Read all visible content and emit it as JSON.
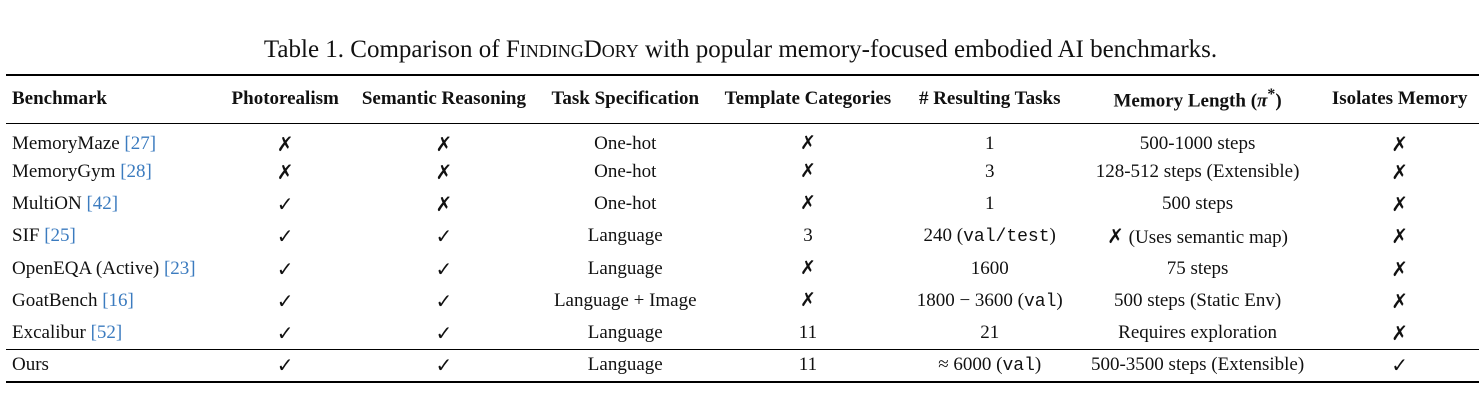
{
  "caption": {
    "prefix": "Table 1. Comparison of ",
    "name": "FindingDory",
    "suffix": " with popular memory-focused embodied AI benchmarks."
  },
  "headers": {
    "benchmark": "Benchmark",
    "photorealism": "Photorealism",
    "semantic": "Semantic Reasoning",
    "task_spec": "Task Specification",
    "template": "Template Categories",
    "tasks": "# Resulting Tasks",
    "memory_prefix": "Memory Length (",
    "memory_symbol": "π",
    "memory_sup": "*",
    "memory_suffix": ")",
    "isolates": "Isolates Memory"
  },
  "marks": {
    "check": "✓",
    "cross": "✗"
  },
  "rows": [
    {
      "name": "MemoryMaze ",
      "cite": "[27]",
      "photo": "✗",
      "semantic": "✗",
      "spec": "One-hot",
      "template": "✗",
      "tasks": "1",
      "tasks_mono": "",
      "tasks_end": "",
      "memory": "500-1000 steps",
      "isolates": "✗"
    },
    {
      "name": "MemoryGym ",
      "cite": "[28]",
      "photo": "✗",
      "semantic": "✗",
      "spec": "One-hot",
      "template": "✗",
      "tasks": "3",
      "tasks_mono": "",
      "tasks_end": "",
      "memory": "128-512 steps (Extensible)",
      "isolates": "✗"
    },
    {
      "name": "MultiON ",
      "cite": "[42]",
      "photo": "✓",
      "semantic": "✗",
      "spec": "One-hot",
      "template": "✗",
      "tasks": "1",
      "tasks_mono": "",
      "tasks_end": "",
      "memory": "500 steps",
      "isolates": "✗"
    },
    {
      "name": "SIF ",
      "cite": "[25]",
      "photo": "✓",
      "semantic": "✓",
      "spec": "Language",
      "template": "3",
      "tasks": "240 (",
      "tasks_mono": "val/test",
      "tasks_end": ")",
      "memory": "✗ (Uses semantic map)",
      "isolates": "✗"
    },
    {
      "name": "OpenEQA (Active) ",
      "cite": "[23]",
      "photo": "✓",
      "semantic": "✓",
      "spec": "Language",
      "template": "✗",
      "tasks": "1600",
      "tasks_mono": "",
      "tasks_end": "",
      "memory": "75 steps",
      "isolates": "✗"
    },
    {
      "name": "GoatBench ",
      "cite": "[16]",
      "photo": "✓",
      "semantic": "✓",
      "spec": "Language + Image",
      "template": "✗",
      "tasks": "1800 − 3600 (",
      "tasks_mono": "val",
      "tasks_end": ")",
      "memory": "500 steps (Static Env)",
      "isolates": "✗"
    },
    {
      "name": "Excalibur ",
      "cite": "[52]",
      "photo": "✓",
      "semantic": "✓",
      "spec": "Language",
      "template": "11",
      "tasks": "21",
      "tasks_mono": "",
      "tasks_end": "",
      "memory": "Requires exploration",
      "isolates": "✗"
    },
    {
      "name": "Ours",
      "cite": "",
      "photo": "✓",
      "semantic": "✓",
      "spec": "Language",
      "template": "11",
      "tasks": "≈ 6000 (",
      "tasks_mono": "val",
      "tasks_end": ")",
      "memory": "500-3500 steps (Extensible)",
      "isolates": "✓"
    }
  ]
}
